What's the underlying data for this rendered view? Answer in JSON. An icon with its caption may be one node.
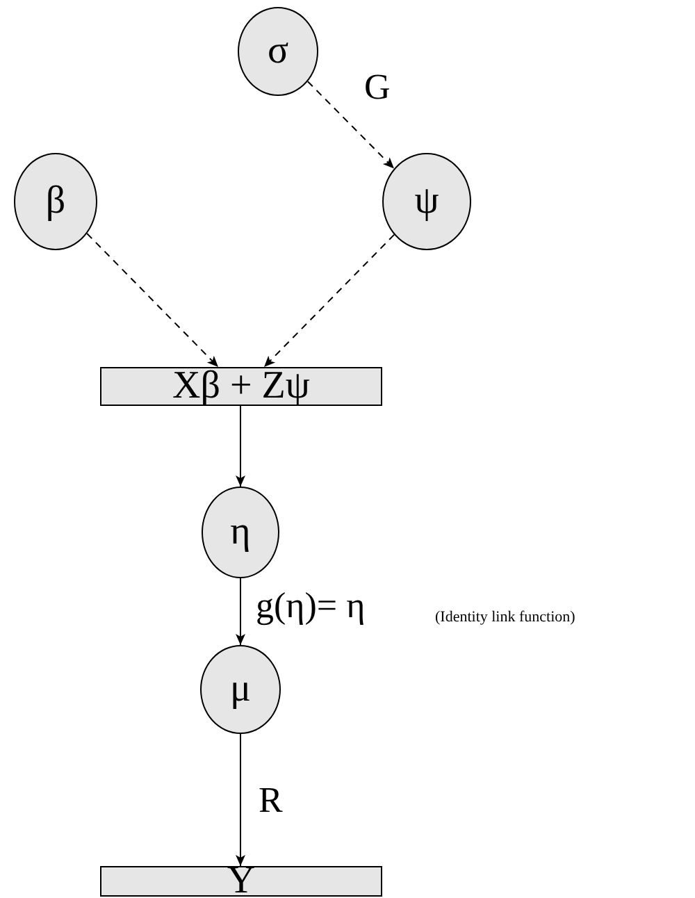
{
  "diagram": {
    "nodes": [
      {
        "text": [
          "σ"
        ]
      },
      {
        "text": [
          "β"
        ]
      },
      {
        "text": [
          "ψ"
        ]
      },
      {
        "text": [
          "Xβ + Zψ"
        ]
      },
      {
        "text": [
          "η"
        ]
      },
      {
        "text": [
          "μ"
        ]
      },
      {
        "text": [
          "Y"
        ]
      }
    ],
    "edges": [
      {
        "from": 0,
        "to": 2,
        "arrow": "to",
        "label": "G",
        "style": "dashed"
      },
      {
        "from": 1,
        "to": 3,
        "arrow": "to",
        "style": "dashed"
      },
      {
        "from": 2,
        "to": 3,
        "arrow": "to",
        "style": "dashed"
      },
      {
        "from": 3,
        "to": 4,
        "arrow": "to"
      },
      {
        "from": 4,
        "to": 5,
        "arrow": "to",
        "label": "g(η)= η"
      },
      {
        "from": 5,
        "to": 6,
        "arrow": "to",
        "label": "R"
      }
    ],
    "labels": [
      "(Identity link function)"
    ]
  }
}
